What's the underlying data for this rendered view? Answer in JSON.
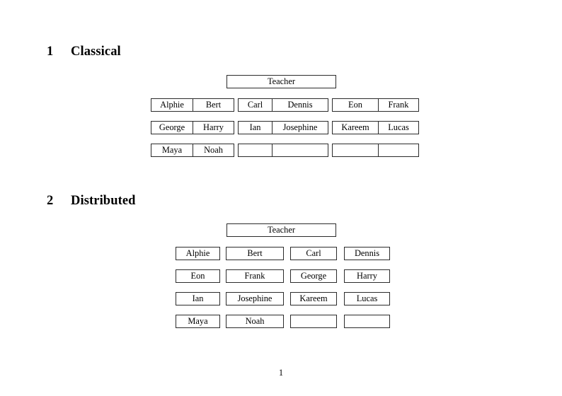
{
  "document": {
    "page_number": "1"
  },
  "sections": [
    {
      "number": "1",
      "title": "Classical",
      "teacher_label": "Teacher",
      "layout": "paired-groups",
      "groups": [
        {
          "rows": [
            [
              "Alphie",
              "Bert"
            ],
            [
              "George",
              "Harry"
            ],
            [
              "Maya",
              "Noah"
            ]
          ]
        },
        {
          "rows": [
            [
              "Carl",
              "Dennis"
            ],
            [
              "Ian",
              "Josephine"
            ],
            [
              "",
              ""
            ]
          ]
        },
        {
          "rows": [
            [
              "Eon",
              "Frank"
            ],
            [
              "Kareem",
              "Lucas"
            ],
            [
              "",
              ""
            ]
          ]
        }
      ]
    },
    {
      "number": "2",
      "title": "Distributed",
      "teacher_label": "Teacher",
      "layout": "single-columns",
      "columns": [
        {
          "cells": [
            "Alphie",
            "Eon",
            "Ian",
            "Maya"
          ]
        },
        {
          "cells": [
            "Bert",
            "Frank",
            "Josephine",
            "Noah"
          ]
        },
        {
          "cells": [
            "Carl",
            "George",
            "Kareem",
            ""
          ]
        },
        {
          "cells": [
            "Dennis",
            "Harry",
            "Lucas",
            ""
          ]
        }
      ]
    }
  ],
  "colors": {
    "page_background": "#ffffff",
    "text": "#000000",
    "border": "#2b2b2b"
  }
}
